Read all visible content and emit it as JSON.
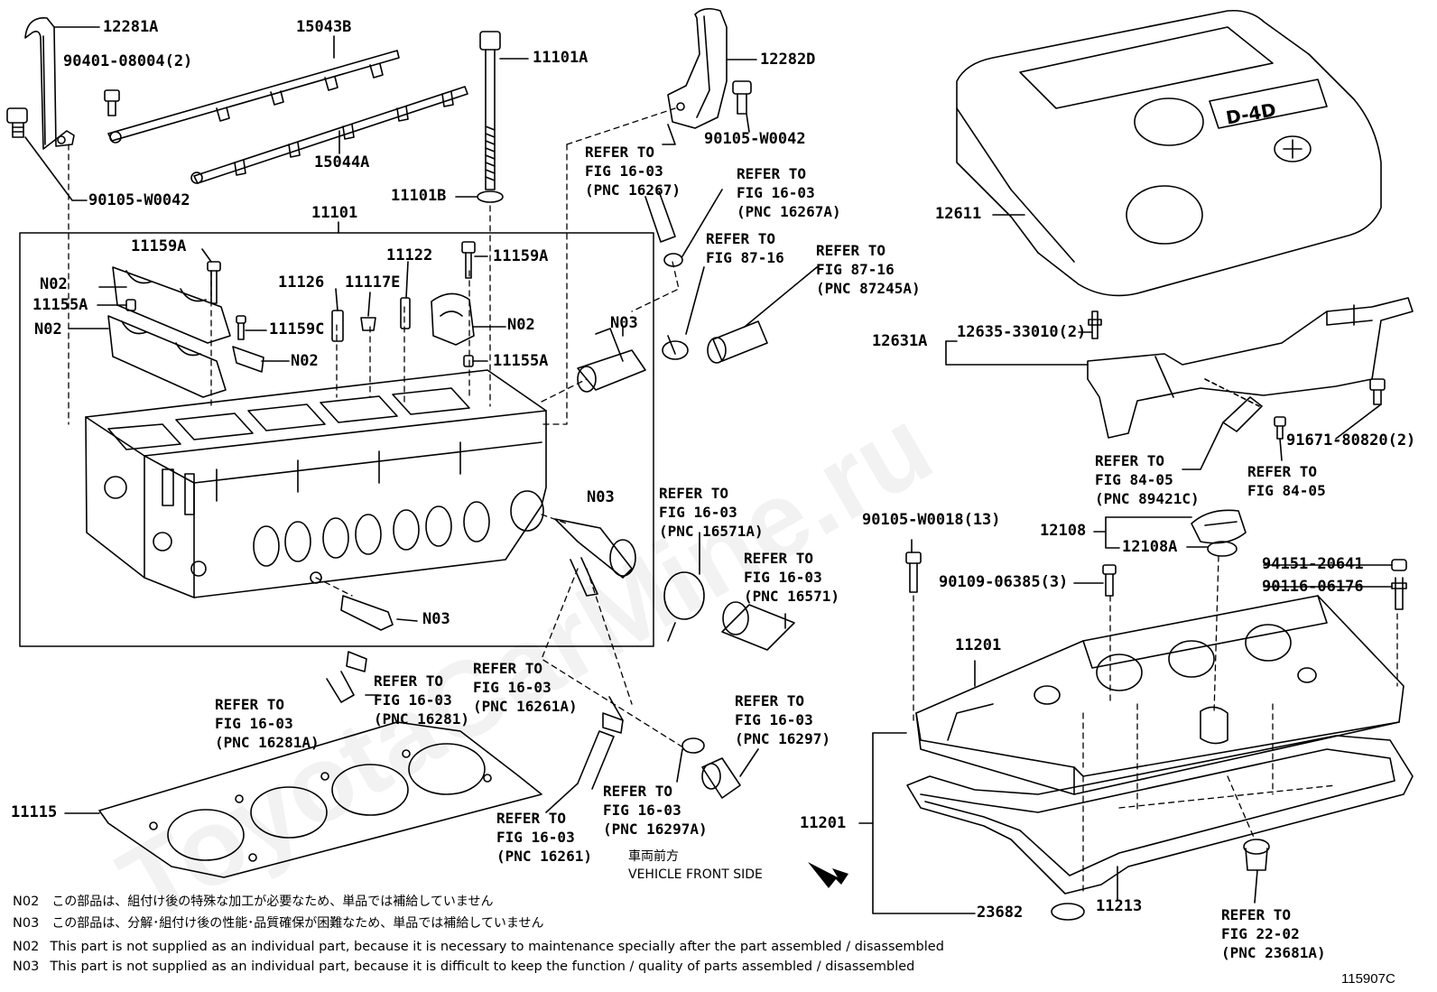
{
  "diagram_id": "115907C",
  "watermark": "ToyotaCarMine.ru",
  "badge_text": "D-4D",
  "parts": {
    "p12281A": "12281A",
    "p15043B": "15043B",
    "p90401": "90401-08004(2)",
    "p11101A": "11101A",
    "p12282D": "12282D",
    "p90105a": "90105-W0042",
    "p15044A": "15044A",
    "p90105b": "90105-W0042",
    "p11101B": "11101B",
    "p11101": "11101",
    "p11159A_l": "11159A",
    "p11122": "11122",
    "p11159A_r": "11159A",
    "pN02_a": "N02",
    "p11126": "11126",
    "p11117E": "11117E",
    "p11155A_l": "11155A",
    "pN02_b": "N02",
    "pN02_c": "N02",
    "p11159C": "11159C",
    "pN03_a": "N03",
    "pN02_d": "N02",
    "p11155A_r": "11155A",
    "pN03_b": "N03",
    "pN03_c": "N03",
    "p12611": "12611",
    "p12635": "12635-33010(2)",
    "p12631A": "12631A",
    "p91671": "91671-80820(2)",
    "p90105c": "90105-W0018(13)",
    "p12108": "12108",
    "p12108A": "12108A",
    "p90109": "90109-06385(3)",
    "p94151": "94151-20641",
    "p90116": "90116-06176",
    "p11201a": "11201",
    "p11201b": "11201",
    "p11115": "11115",
    "p23682": "23682",
    "p11213": "11213"
  },
  "refs": {
    "r16267": "REFER TO\nFIG 16-03\n(PNC 16267)",
    "r16267A": "REFER TO\nFIG 16-03\n(PNC 16267A)",
    "r8716": "REFER TO\nFIG 87-16",
    "r87245A": "REFER TO\nFIG 87-16\n(PNC 87245A)",
    "r89421C": "REFER TO\nFIG 84-05\n(PNC 89421C)",
    "r8405": "REFER TO\nFIG 84-05",
    "r16571A": "REFER TO\nFIG 16-03\n(PNC 16571A)",
    "r16571": "REFER TO\nFIG 16-03\n(PNC 16571)",
    "r16281": "REFER TO\nFIG 16-03\n(PNC 16281)",
    "r16281A": "REFER TO\nFIG 16-03\n(PNC 16281A)",
    "r16261A": "REFER TO\nFIG 16-03\n(PNC 16261A)",
    "r16297": "REFER TO\nFIG 16-03\n(PNC 16297)",
    "r16297A": "REFER TO\nFIG 16-03\n(PNC 16297A)",
    "r16261": "REFER TO\nFIG 16-03\n(PNC 16261)",
    "r23681A": "REFER TO\nFIG 22-02\n(PNC 23681A)"
  },
  "front": {
    "jp": "車両前方",
    "en": "VEHICLE FRONT SIDE"
  },
  "notes": [
    {
      "code": "N02",
      "text": "この部品は、組付け後の特殊な加工が必要なため、単品では補給していません"
    },
    {
      "code": "N03",
      "text": "この部品は、分解･組付け後の性能･品質確保が困難なため、単品では補給していません"
    },
    {
      "code": "N02",
      "text": "This part is not supplied as an individual part, because it is necessary to maintenance specially after the part assembled / disassembled"
    },
    {
      "code": "N03",
      "text": "This part is not supplied as an individual part, because it is difficult to keep the function / quality of parts  assembled / disassembled"
    }
  ]
}
